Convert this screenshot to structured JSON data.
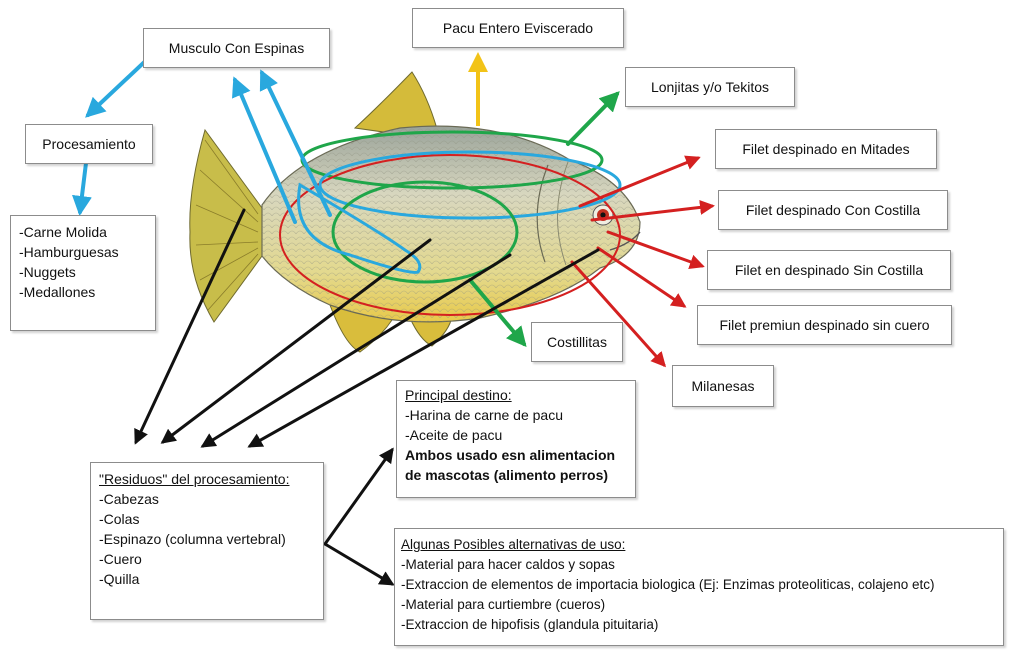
{
  "labels": {
    "musculo": "Musculo Con Espinas",
    "pacu_entero": "Pacu Entero Eviscerado",
    "lonjitas": "Lonjitas y/o Tekitos",
    "procesamiento": "Procesamiento",
    "filet_mitades": "Filet  despinado en Mitades",
    "filet_costilla": "Filet despinado Con Costilla",
    "filet_sin_costilla": "Filet en despinado Sin Costilla",
    "filet_premium": "Filet premiun despinado sin cuero",
    "costillitas": "Costillitas",
    "milanesas": "Milanesas"
  },
  "productos_procesados": [
    "-Carne Molida",
    "-Hamburguesas",
    "-Nuggets",
    "-Medallones"
  ],
  "residuos": {
    "header": "\"Residuos\" del procesamiento:",
    "items": [
      "-Cabezas",
      "-Colas",
      "-Espinazo (columna vertebral)",
      "-Cuero",
      "-Quilla"
    ]
  },
  "destino": {
    "header": "Principal destino:",
    "items": [
      "-Harina de carne de pacu",
      "-Aceite de pacu"
    ],
    "bold": [
      "Ambos usado esn alimentacion",
      "de mascotas (alimento perros)"
    ]
  },
  "alternativas": {
    "header": "Algunas Posibles alternativas de uso:",
    "items": [
      "-Material para hacer caldos y sopas",
      "-Extraccion de elementos de importacia biologica (Ej: Enzimas proteoliticas, colajeno etc)",
      "-Material para curtiembre (cueros)",
      "-Extraccion de hipofisis (glandula pituitaria)"
    ]
  },
  "colors": {
    "blue": "#29a8de",
    "green": "#1fa64a",
    "red": "#d42020",
    "yellow": "#f2c318",
    "black": "#111111",
    "fish_body": "#d9d6a8",
    "fish_fin": "#c9b845"
  },
  "icons": [
    "pacu-fish-illustration"
  ]
}
